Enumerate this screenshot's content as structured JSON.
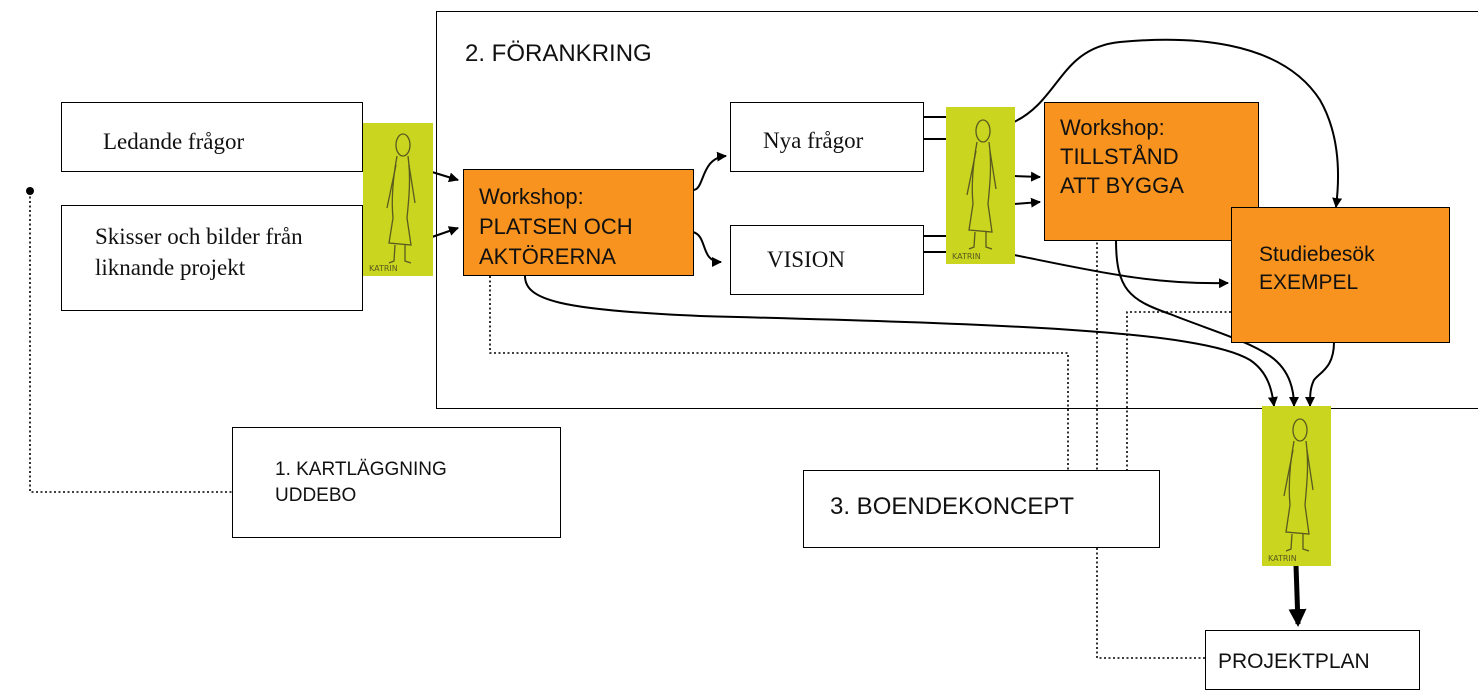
{
  "section_title": "2. FÖRANKRING",
  "boxes": {
    "ledande": "Ledande frågor",
    "skisser_1": "Skisser och bilder från",
    "skisser_2": "liknande projekt",
    "workshop1_1": "Workshop:",
    "workshop1_2": "PLATSEN OCH",
    "workshop1_3": "AKTÖRERNA",
    "nya": "Nya frågor",
    "vision": "VISION",
    "workshop2_1": "Workshop:",
    "workshop2_2": "TILLSTÅND",
    "workshop2_3": "ATT BYGGA",
    "studie_1": "Studiebesök",
    "studie_2": "EXEMPEL",
    "kartl_1": "1. KARTLÄGGNING",
    "kartl_2": "UDDEBO",
    "boende": "3. BOENDEKONCEPT",
    "projektplan": "PROJEKTPLAN"
  },
  "figure_caption": "KATRIN",
  "colors": {
    "orange": "#f7931e",
    "figure_bg": "#c9d51f",
    "line": "#000000"
  }
}
